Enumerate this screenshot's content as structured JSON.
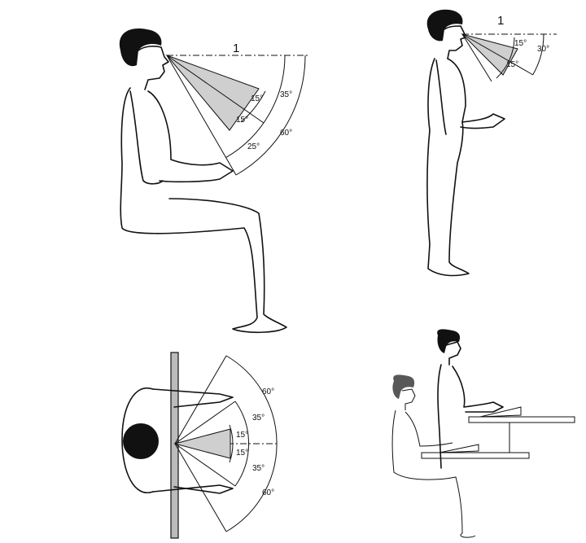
{
  "seated_view": {
    "distance_label": "1",
    "angles": {
      "upper_15": "15°",
      "lower_15": "15°",
      "normal_35": "35°",
      "max_60": "60°",
      "rest_25": "25°"
    }
  },
  "standing_view": {
    "distance_label": "1",
    "angles": {
      "upper_15": "15°",
      "lower_15": "15°",
      "normal_30": "30°"
    }
  },
  "top_view": {
    "angles": {
      "top_60": "60°",
      "top_35": "35°",
      "top_15": "15°",
      "bottom_15": "15°",
      "bottom_35": "35°",
      "bottom_60": "60°"
    }
  }
}
